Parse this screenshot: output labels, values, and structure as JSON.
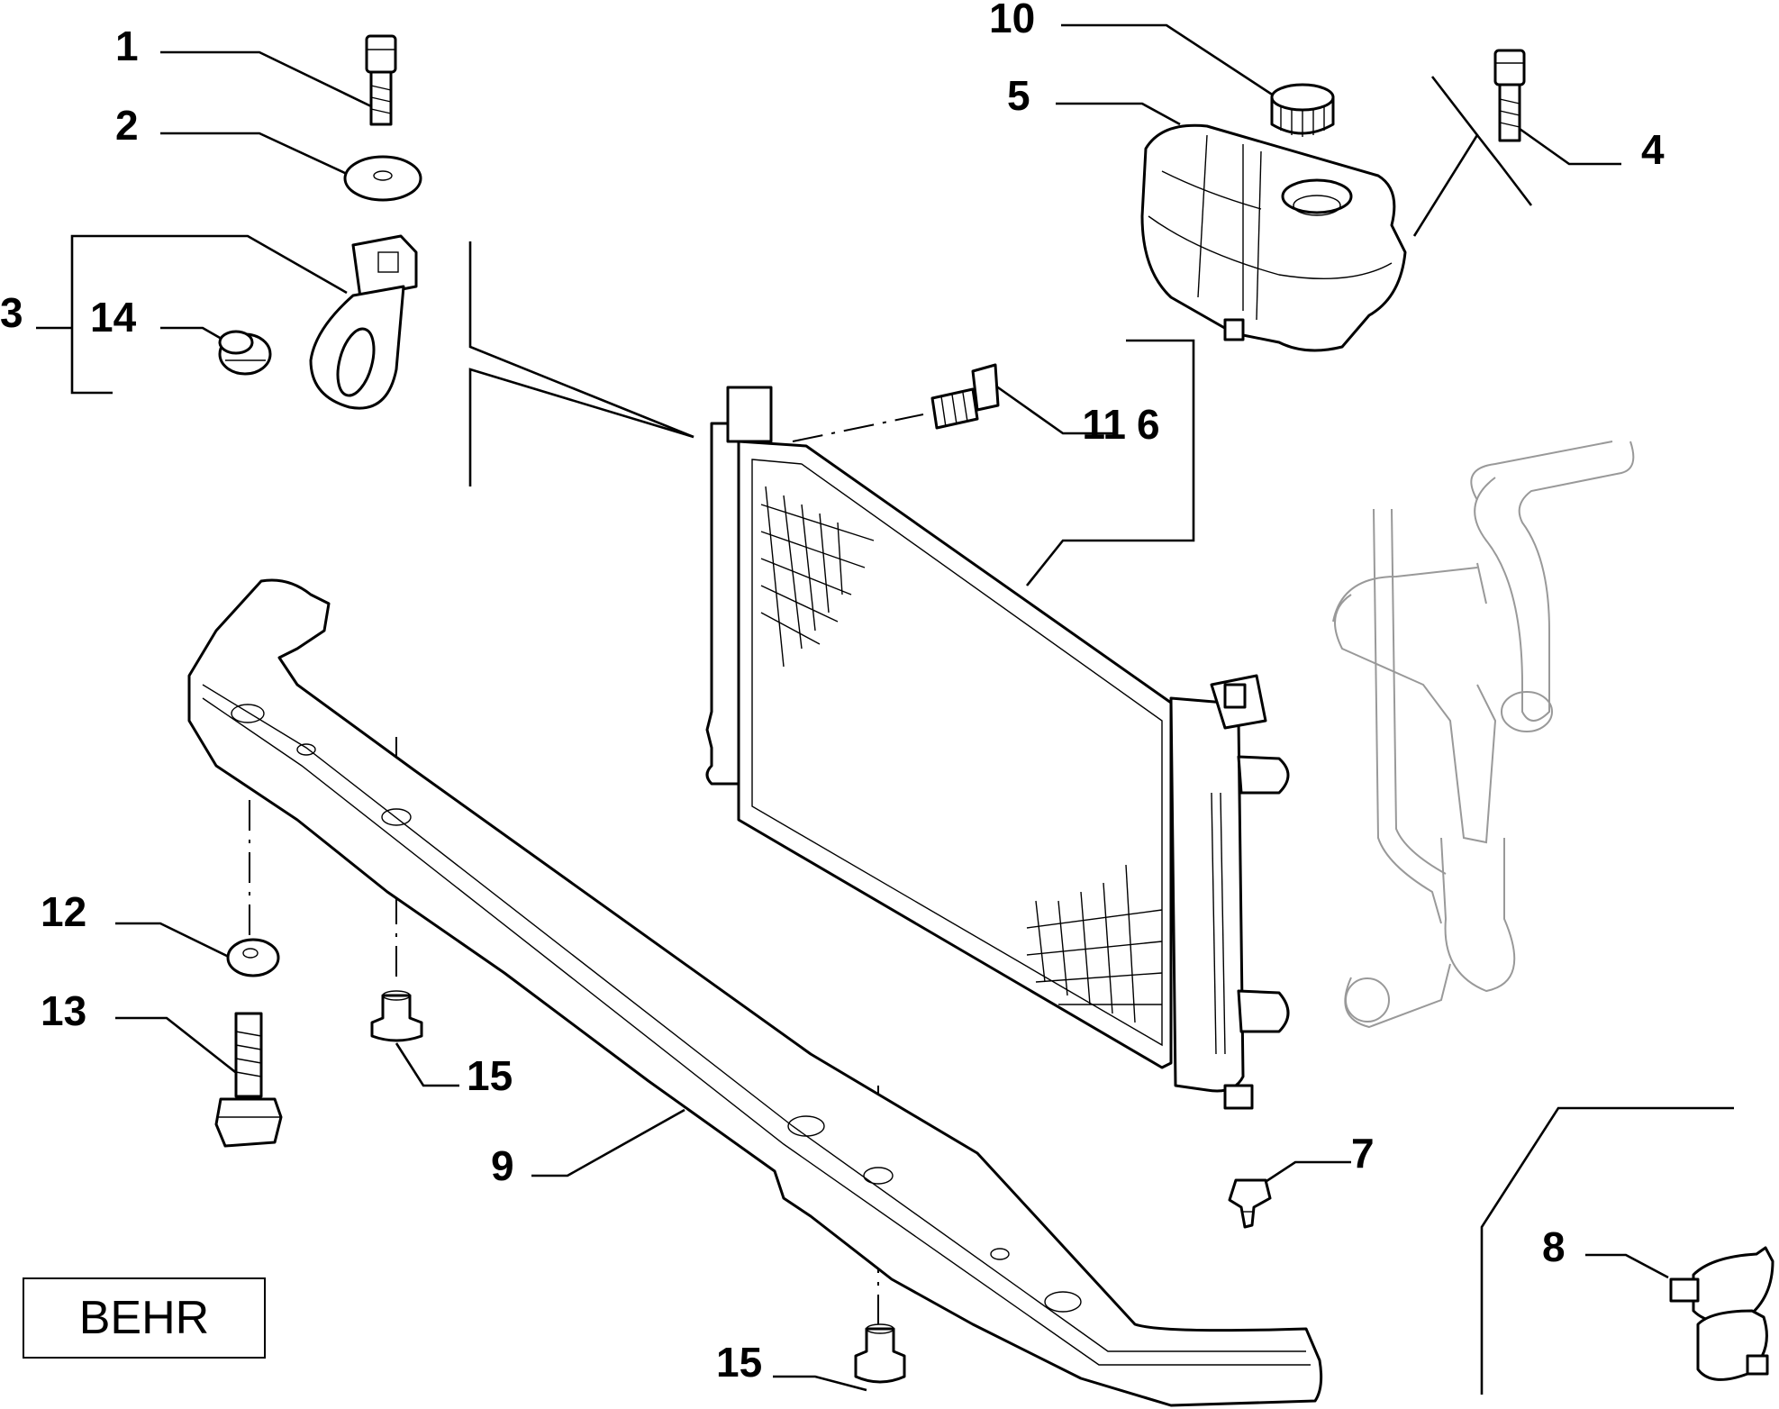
{
  "callouts": {
    "c1": "1",
    "c2": "2",
    "c3": "3",
    "c4": "4",
    "c5": "5",
    "c6": "6",
    "c7": "7",
    "c8": "8",
    "c9": "9",
    "c10": "10",
    "c11": "11",
    "c12": "12",
    "c13": "13",
    "c14": "14",
    "c15a": "15",
    "c15b": "15"
  },
  "brand_label": "BEHR",
  "colors": {
    "ink": "#000000",
    "hose": "#999999",
    "background": "#ffffff"
  }
}
